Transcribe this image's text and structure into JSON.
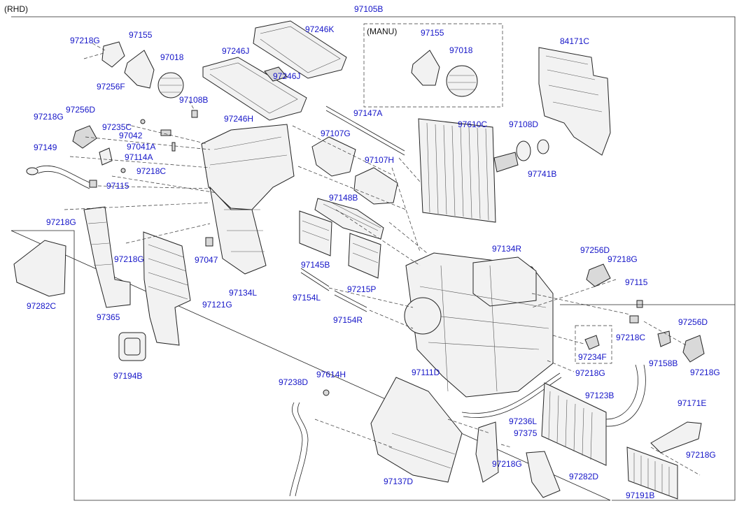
{
  "diagram": {
    "variant_label": "(RHD)",
    "assembly_label": "97105B",
    "manual_box_label": "(MANU)",
    "parts": [
      {
        "key": "p1",
        "code": "97218G"
      },
      {
        "key": "p2",
        "code": "97155"
      },
      {
        "key": "p3",
        "code": "97256F"
      },
      {
        "key": "p4",
        "code": "97018"
      },
      {
        "key": "p5",
        "code": "97108B"
      },
      {
        "key": "p6",
        "code": "97246J"
      },
      {
        "key": "p7",
        "code": "97246K"
      },
      {
        "key": "p8",
        "code": "97246J"
      },
      {
        "key": "p9",
        "code": "97246H"
      },
      {
        "key": "p10",
        "code": "97155"
      },
      {
        "key": "p11",
        "code": "97018"
      },
      {
        "key": "p12",
        "code": "84171C"
      },
      {
        "key": "p13",
        "code": "97147A"
      },
      {
        "key": "p14",
        "code": "97610C"
      },
      {
        "key": "p15",
        "code": "97108D"
      },
      {
        "key": "p16",
        "code": "97741B"
      },
      {
        "key": "p17",
        "code": "97107G"
      },
      {
        "key": "p18",
        "code": "97107H"
      },
      {
        "key": "p19",
        "code": "97256D"
      },
      {
        "key": "p20",
        "code": "97218G"
      },
      {
        "key": "p21",
        "code": "97235C"
      },
      {
        "key": "p22",
        "code": "97042"
      },
      {
        "key": "p23",
        "code": "97041A"
      },
      {
        "key": "p24",
        "code": "97149"
      },
      {
        "key": "p25",
        "code": "97114A"
      },
      {
        "key": "p26",
        "code": "97218C"
      },
      {
        "key": "p27",
        "code": "97115"
      },
      {
        "key": "p28",
        "code": "97148B"
      },
      {
        "key": "p29",
        "code": "97218G"
      },
      {
        "key": "p30",
        "code": "97218G"
      },
      {
        "key": "p31",
        "code": "97047"
      },
      {
        "key": "p32",
        "code": "97145B"
      },
      {
        "key": "p33",
        "code": "97215P"
      },
      {
        "key": "p34",
        "code": "97134R"
      },
      {
        "key": "p35",
        "code": "97256D"
      },
      {
        "key": "p36",
        "code": "97218G"
      },
      {
        "key": "p37",
        "code": "97115"
      },
      {
        "key": "p38",
        "code": "97282C"
      },
      {
        "key": "p39",
        "code": "97365"
      },
      {
        "key": "p40",
        "code": "97134L"
      },
      {
        "key": "p41",
        "code": "97121G"
      },
      {
        "key": "p42",
        "code": "97154L"
      },
      {
        "key": "p43",
        "code": "97154R"
      },
      {
        "key": "p44",
        "code": "97256D"
      },
      {
        "key": "p45",
        "code": "97218C"
      },
      {
        "key": "p46",
        "code": "97234F"
      },
      {
        "key": "p47",
        "code": "97158B"
      },
      {
        "key": "p48",
        "code": "97218G"
      },
      {
        "key": "p49",
        "code": "97194B"
      },
      {
        "key": "p50",
        "code": "97111D"
      },
      {
        "key": "p51",
        "code": "97218G"
      },
      {
        "key": "p52",
        "code": "97238D"
      },
      {
        "key": "p53",
        "code": "97614H"
      },
      {
        "key": "p54",
        "code": "97123B"
      },
      {
        "key": "p55",
        "code": "97171E"
      },
      {
        "key": "p56",
        "code": "97236L"
      },
      {
        "key": "p57",
        "code": "97375"
      },
      {
        "key": "p58",
        "code": "97218G"
      },
      {
        "key": "p59",
        "code": "97218G"
      },
      {
        "key": "p60",
        "code": "97137D"
      },
      {
        "key": "p61",
        "code": "97282D"
      },
      {
        "key": "p62",
        "code": "97191B"
      }
    ]
  }
}
